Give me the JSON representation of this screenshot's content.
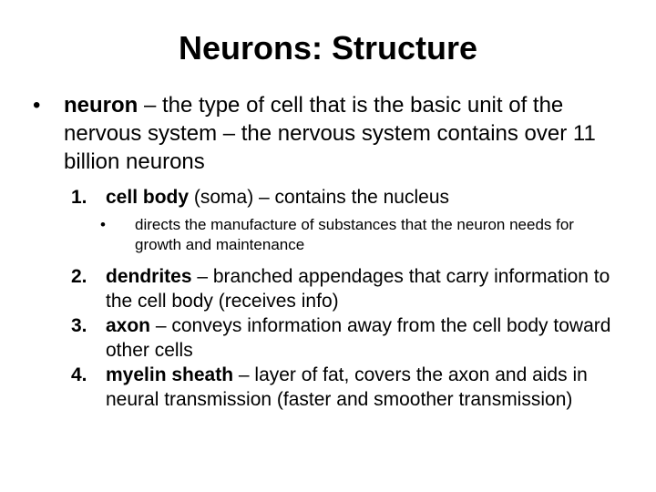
{
  "title": "Neurons: Structure",
  "bullet": {
    "marker": "•",
    "term": "neuron",
    "rest": " – the type of cell that is the basic unit of the nervous system – the nervous system contains over 11 billion neurons"
  },
  "items": [
    {
      "num": "1.",
      "term": "cell body",
      "rest": " (soma) – contains the nucleus"
    },
    {
      "num": "2.",
      "term": "dendrites",
      "rest": " – branched appendages that carry information to the cell body (receives info)"
    },
    {
      "num": "3.",
      "term": "axon",
      "rest": " – conveys information away from the cell body toward other cells"
    },
    {
      "num": "4.",
      "term": "myelin sheath",
      "rest": " – layer of fat, covers the axon and aids in neural transmission (faster and smoother transmission)"
    }
  ],
  "sub_bullet": {
    "marker": "•",
    "text": "directs the manufacture of substances that the neuron needs for growth and maintenance"
  }
}
